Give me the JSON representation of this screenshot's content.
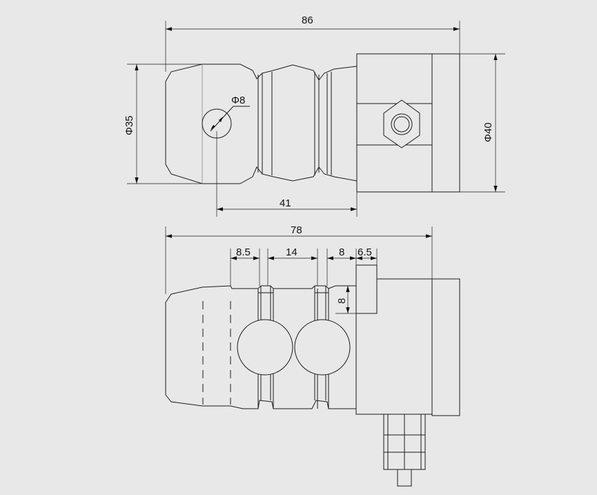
{
  "colors": {
    "background": "#e8e8e8",
    "line": "#1a1a1a",
    "hidden_line": "#9a9a9a"
  },
  "top_view": {
    "dim_overall_length": "86",
    "dim_body_diameter": "Φ35",
    "dim_housing_diameter": "Φ40",
    "dim_hole_diameter": "Φ8",
    "dim_hole_to_housing": "41"
  },
  "side_view": {
    "dim_overall_length": "78",
    "dim_segment_1": "8.5",
    "dim_segment_2": "14",
    "dim_segment_3": "8",
    "dim_segment_4": "6.5",
    "dim_step_height": "8"
  }
}
